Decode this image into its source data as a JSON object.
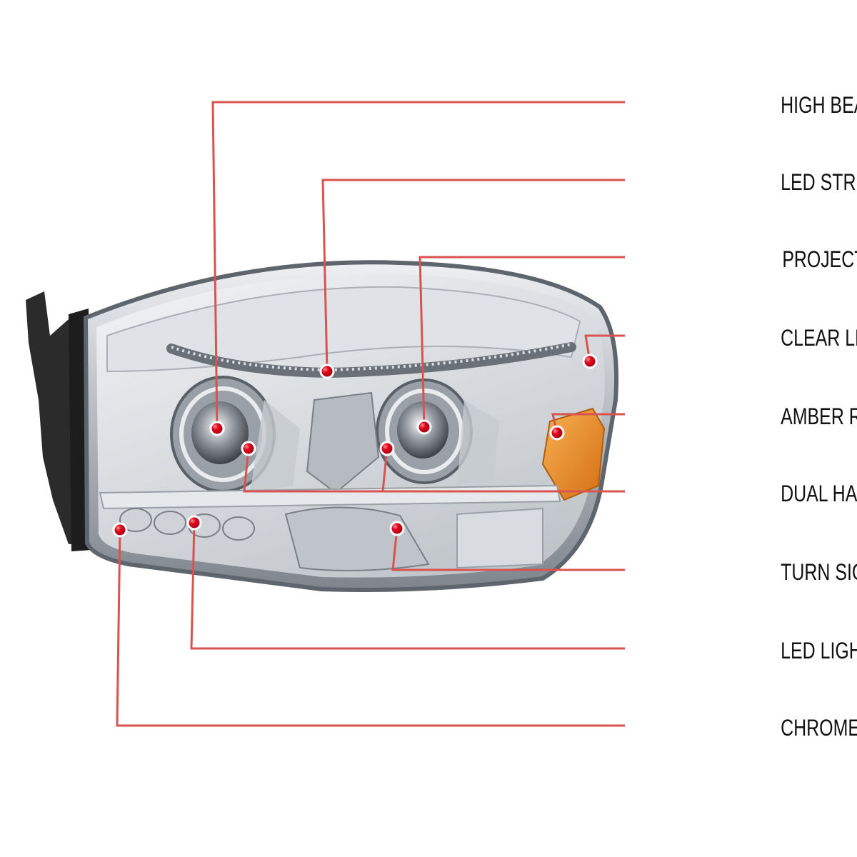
{
  "colors": {
    "callout_line": "#d9534f",
    "dot": "#e0001b",
    "label_text": "#111111",
    "chrome": "#c9ccd0",
    "housing_dark": "#2b2b2b",
    "amber": "#e8922a"
  },
  "callouts": [
    {
      "id": "high-beam",
      "label": "HIGH BEAM"
    },
    {
      "id": "led-strip",
      "label": "LED STRIP"
    },
    {
      "id": "projector-low-beam",
      "label": "PROJECTOR LOW BEAM"
    },
    {
      "id": "clear-lens",
      "label": "CLEAR LENS"
    },
    {
      "id": "amber-reflector",
      "label": "AMBER REFLECTOR"
    },
    {
      "id": "dual-halo-rings",
      "label": "DUAL HALO RINGS"
    },
    {
      "id": "turn-signal-light",
      "label": "TURN SIGNAL LIGHT"
    },
    {
      "id": "led-lights",
      "label": "LED LIGHTS"
    },
    {
      "id": "chrome-housing",
      "label": "CHROME HOUSING"
    }
  ]
}
